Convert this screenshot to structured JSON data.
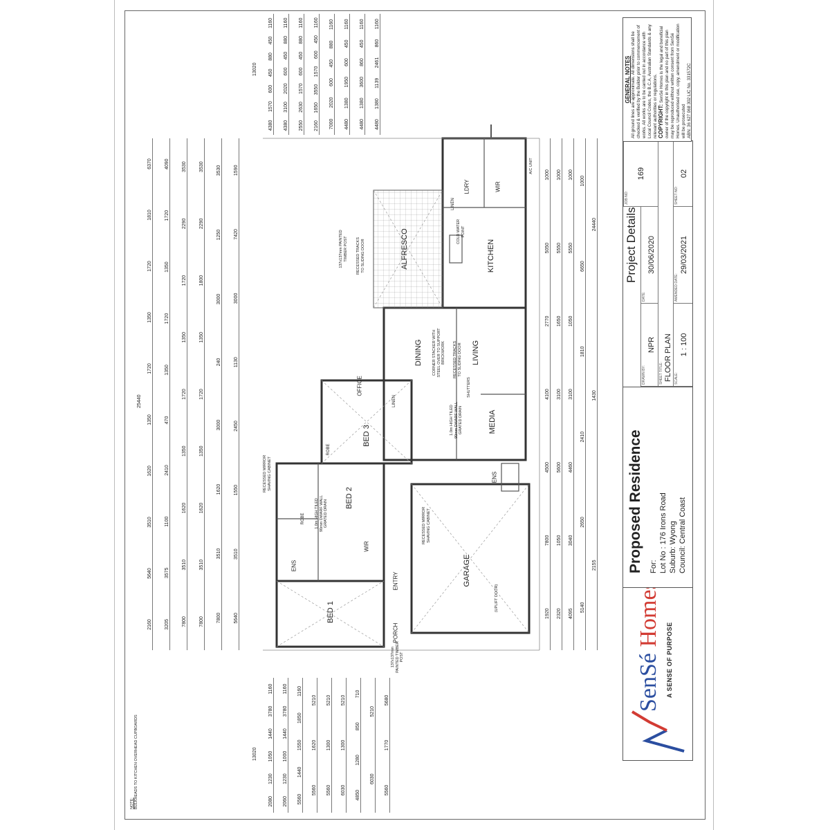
{
  "title_block": {
    "logo": {
      "brand_first": "SenSé",
      "brand_second": "Homes",
      "tagline": "A SENSE OF PURPOSE",
      "colors": {
        "blue": "#2b4ea0",
        "red": "#d23b33"
      }
    },
    "project": {
      "title": "Proposed Residence",
      "for_label": "For:",
      "lot": "Lot No :  176 Irons Road",
      "suburb": "Suburb:  Wyong",
      "council": "Council:  Central Coast"
    },
    "details": {
      "heading": "Project Details",
      "drawn_by_label": "DRAWN BY:",
      "drawn_by": "NPR",
      "date_label": "DATE:",
      "date": "30/06/2020",
      "job_label": "JOB NO:",
      "job": "169",
      "sheet_title_label": "SHEET TITLE:",
      "sheet_title": "FLOOR PLAN",
      "scale_label": "SCALE:",
      "scale": "1 : 100",
      "amended_label": "AMENDED DATE:",
      "amended": "29/03/2021",
      "sheet_no_label": "SHEET NO:",
      "sheet_no": "02"
    },
    "notes": {
      "heading": "GENERAL NOTES",
      "text": "All ground lines are approximate. All dimensions shall be checked & verified by the Builder prior to commencement of works. All works are to be carried out in accordance with Local Council Codes, the B.C.A, Australian Standards & any relevant authorities or regulations.",
      "copyright_label": "COPYRIGHT:",
      "copyright": "SenSé Homes is the legal and beneficial owner of the copyright in this plan and no part of this plan may be reproduced without written consent from SenSé Homes. Unauthorised use, copy, amendment or modification will be prosecuted",
      "abn": "ABN: 36 627 068 302   LIC No. 331572C"
    }
  },
  "plan_note": {
    "label": "NOTE:",
    "text": "BULKHEADS TO KITCHEN OVERHEAD CUPBOARDS"
  },
  "rooms": [
    "ALFRESCO",
    "KITCHEN",
    "DINING",
    "LIVING",
    "MEDIA",
    "BED 3",
    "OFFICE",
    "BED 2",
    "ENS",
    "WIR",
    "BED 1",
    "ENTRY",
    "PORCH",
    "GARAGE",
    "ENS",
    "WIR",
    "LDRY",
    "LINEN",
    "LINEN",
    "ROBE",
    "ROBE"
  ],
  "annotations": [
    "137x137mm PAINTED TIMBER POST",
    "RECESSED TRACKS TO SLIDING DOOR",
    "COLD WATER POINT",
    "CORNER STACKER WITH STEEL OVER TO SUPPORT BRICKWORK",
    "RECESSED TRACKS TO SLIDING DOOR",
    "RECESSED MIRROR SHAVING CABINET",
    "1.0m HIGH TILED 90mm DWARF WALL GRATED DRAIN",
    "1.0m HIGH TILED 90mm DWARF WALL GRATED DRAIN",
    "RECESSED MIRROR SHAVING CABINET",
    "137x137mm PAINTED TIMBER POST",
    "(UPLIFT DOOR)",
    "A/C UNIT",
    "SHUTTERS"
  ],
  "dimensions": {
    "overall_length": "25440",
    "overall_width": "13020",
    "left_strings": [
      [
        "2160",
        "5640",
        "3510",
        "1620",
        "1350",
        "1720",
        "1350",
        "1720",
        "1810",
        "6370"
      ],
      [
        "3205",
        "3575",
        "1100",
        "2410",
        "470",
        "1350",
        "1720",
        "1350",
        "1720",
        "4090"
      ],
      [
        "7800",
        "3510",
        "1620",
        "1350",
        "1720",
        "1350",
        "1720",
        "2290",
        "3530"
      ],
      [
        "7800",
        "3510",
        "1620",
        "1350",
        "1720",
        "1350",
        "1800",
        "2290",
        "3530"
      ],
      [
        "7800",
        "3510",
        "1620",
        "3000",
        "240",
        "3000",
        "1250",
        "3530"
      ],
      [
        "5640",
        "3510",
        "1550",
        "2450",
        "1130",
        "3000",
        "7420",
        "1590"
      ]
    ],
    "right_strings": [
      [
        "1920",
        "7800",
        "4500",
        "4100",
        "2770",
        "5050",
        "1000"
      ],
      [
        "2320",
        "1050",
        "5600",
        "3100",
        "1650",
        "5550",
        "1000"
      ],
      [
        "4095",
        "3040",
        "4460",
        "3100",
        "1050",
        "5550",
        "1000"
      ],
      [
        "5140",
        "2650",
        "2410",
        "1810",
        "6650",
        "1000"
      ],
      [
        "2155",
        "1430",
        "24440"
      ]
    ],
    "top_strings": [
      [
        "4380",
        "1570",
        "600",
        "450",
        "880",
        "450",
        "1160"
      ],
      [
        "4380",
        "3100",
        "2020",
        "600",
        "450",
        "880",
        "1160"
      ],
      [
        "2550",
        "2630",
        "1570",
        "600",
        "450",
        "880",
        "1160"
      ],
      [
        "2160",
        "1650",
        "3550",
        "1570",
        "600",
        "450",
        "1160"
      ],
      [
        "7000",
        "2020",
        "600",
        "450",
        "880",
        "1160"
      ],
      [
        "4480",
        "1380",
        "1950",
        "600",
        "450",
        "1160"
      ],
      [
        "4480",
        "1380",
        "3600",
        "860",
        "450",
        "1160"
      ],
      [
        "4480",
        "1380",
        "1139",
        "2461",
        "860",
        "1160"
      ]
    ],
    "bottom_strings": [
      [
        "2080",
        "1230",
        "1050",
        "1440",
        "3780",
        "1160"
      ],
      [
        "2060",
        "1230",
        "1000",
        "1440",
        "3780",
        "1160"
      ],
      [
        "5560",
        "1440",
        "1550",
        "1850",
        "1160"
      ],
      [
        "5560",
        "1620",
        "5210"
      ],
      [
        "5560",
        "1300",
        "5210"
      ],
      [
        "6030",
        "1300",
        "5210"
      ],
      [
        "4850",
        "1280",
        "850",
        "710"
      ],
      [
        "6030",
        "5210"
      ],
      [
        "5560",
        "1770",
        "5680"
      ]
    ]
  }
}
